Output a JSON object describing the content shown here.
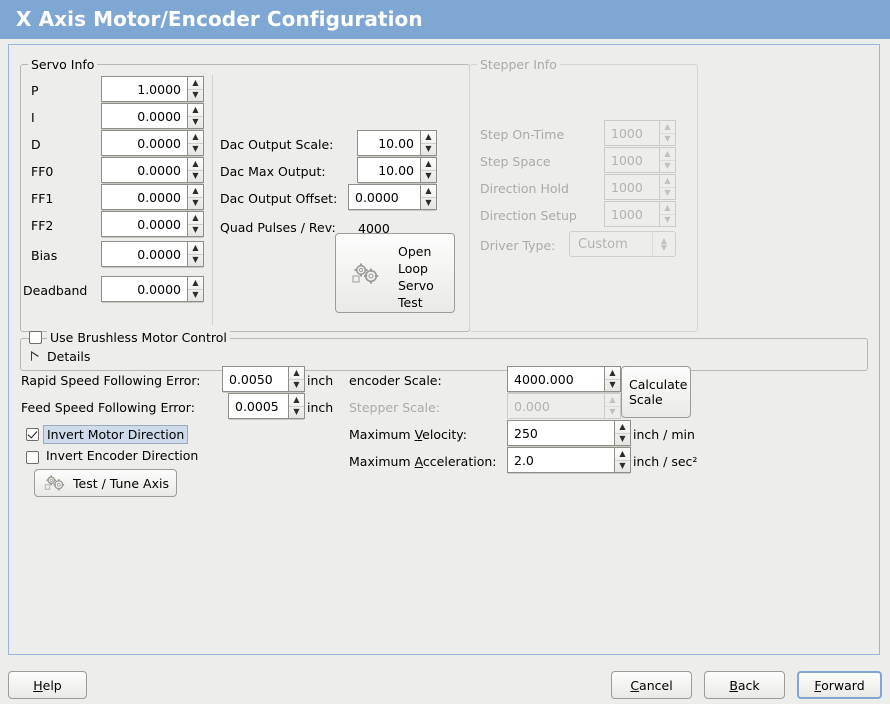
{
  "window": {
    "title": "X Axis Motor/Encoder Configuration",
    "header_color": "#7fa7d4"
  },
  "servo_info": {
    "legend": "Servo Info",
    "rows": [
      {
        "label": "P",
        "value": "1.0000"
      },
      {
        "label": "I",
        "value": "0.0000"
      },
      {
        "label": "D",
        "value": "0.0000"
      },
      {
        "label": "FF0",
        "value": "0.0000"
      },
      {
        "label": "FF1",
        "value": "0.0000"
      },
      {
        "label": "FF2",
        "value": "0.0000"
      },
      {
        "label": "Bias",
        "value": "0.0000"
      },
      {
        "label": "Deadband",
        "value": "0.0000"
      }
    ],
    "dac": [
      {
        "label": "Dac Output Scale:",
        "value": "10.00"
      },
      {
        "label": "Dac Max Output:",
        "value": "10.00"
      },
      {
        "label": "Dac Output Offset:",
        "value": "0.0000"
      }
    ],
    "quad_pulses_label": "Quad Pulses / Rev:",
    "quad_pulses_value": "4000",
    "open_loop_button": {
      "line1": "Open",
      "line2": "Loop",
      "line3": "Servo",
      "line4": "Test",
      "icon": "gears-icon"
    }
  },
  "stepper_info": {
    "legend": "Stepper Info",
    "enabled": false,
    "rows": [
      {
        "label": "Step On-Time",
        "value": "1000"
      },
      {
        "label": "Step Space",
        "value": "1000"
      },
      {
        "label": "Direction Hold",
        "value": "1000"
      },
      {
        "label": "Direction Setup",
        "value": "1000"
      }
    ],
    "driver_type_label": "Driver Type:",
    "driver_type_value": "Custom"
  },
  "brushless": {
    "legend": "Use Brushless Motor Control",
    "checked": false,
    "details_label": "Details",
    "details_expanded": false
  },
  "errors": {
    "rapid_label": "Rapid Speed Following Error:",
    "rapid_value": "0.0050",
    "rapid_unit": "inch",
    "feed_label": "Feed Speed Following Error:",
    "feed_value": "0.0005",
    "feed_unit": "inch"
  },
  "invert": {
    "motor_label": "Invert Motor Direction",
    "motor_checked": true,
    "motor_focused": true,
    "encoder_label": "Invert Encoder Direction",
    "encoder_checked": false
  },
  "test_tune_button": {
    "label": "Test / Tune Axis",
    "icon": "gears-icon"
  },
  "scales": {
    "encoder_label": "encoder Scale:",
    "encoder_value": "4000.000",
    "stepper_label": "Stepper Scale:",
    "stepper_value": "0.000",
    "stepper_enabled": false,
    "calculate_button_line1": "Calculate",
    "calculate_button_line2": "Scale",
    "max_velocity_label_pre": "Maximum ",
    "max_velocity_label_mnemonic": "V",
    "max_velocity_label_post": "elocity:",
    "max_velocity_value": "250",
    "max_velocity_unit": "inch / min",
    "max_accel_label_pre": "Maximum ",
    "max_accel_label_mnemonic": "A",
    "max_accel_label_post": "cceleration:",
    "max_accel_value": "2.0",
    "max_accel_unit": "inch / sec²"
  },
  "footer": {
    "help_mnemonic": "H",
    "help_rest": "elp",
    "cancel_mnemonic": "C",
    "cancel_rest": "ancel",
    "back_mnemonic": "B",
    "back_rest": "ack",
    "forward_mnemonic": "F",
    "forward_rest": "orward"
  }
}
